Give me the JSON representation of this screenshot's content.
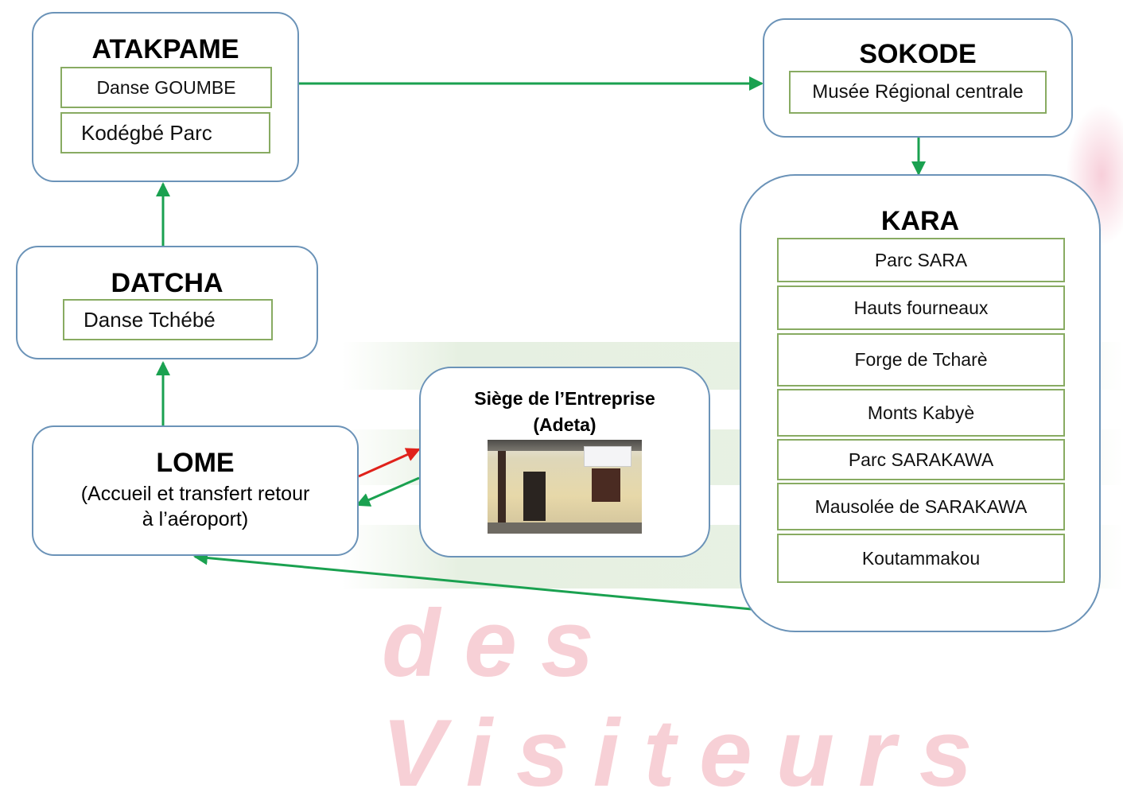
{
  "diagram": {
    "nodes": {
      "atakpame": {
        "title": "ATAKPAME",
        "items": [
          "Danse GOUMBE",
          "Kodégbé Parc"
        ]
      },
      "sokode": {
        "title": "SOKODE",
        "items": [
          "Musée Régional centrale"
        ]
      },
      "datcha": {
        "title": "DATCHA",
        "items": [
          "Danse Tchébé"
        ]
      },
      "lome": {
        "title": "LOME",
        "subtitle_line1": "(Accueil et transfert retour",
        "subtitle_line2": "à l’aéroport)"
      },
      "siege": {
        "title_line1": "Siège de l’Entreprise",
        "title_line2": "(Adeta)",
        "photo": "company-headquarters-building-photo"
      },
      "kara": {
        "title": "KARA",
        "items": [
          "Parc SARA",
          "Hauts fourneaux",
          "Forge de Tcharè",
          "Monts Kabyè",
          "Parc SARAKAWA",
          "Mausolée de SARAKAWA",
          "Koutammakou"
        ]
      }
    },
    "edges": [
      {
        "from": "lome",
        "to": "datcha",
        "color": "#1aa150"
      },
      {
        "from": "datcha",
        "to": "atakpame",
        "color": "#1aa150"
      },
      {
        "from": "atakpame",
        "to": "sokode",
        "color": "#1aa150"
      },
      {
        "from": "sokode",
        "to": "kara",
        "color": "#1aa150"
      },
      {
        "from": "kara",
        "to": "lome",
        "color": "#1aa150"
      },
      {
        "from": "lome",
        "to": "siege",
        "color": "#e0221b"
      },
      {
        "from": "siege",
        "to": "lome",
        "color": "#1aa150"
      }
    ],
    "colors": {
      "node_border": "#6b93b8",
      "item_border": "#88ab62",
      "arrow_green": "#1aa150",
      "arrow_red": "#e0221b"
    }
  }
}
